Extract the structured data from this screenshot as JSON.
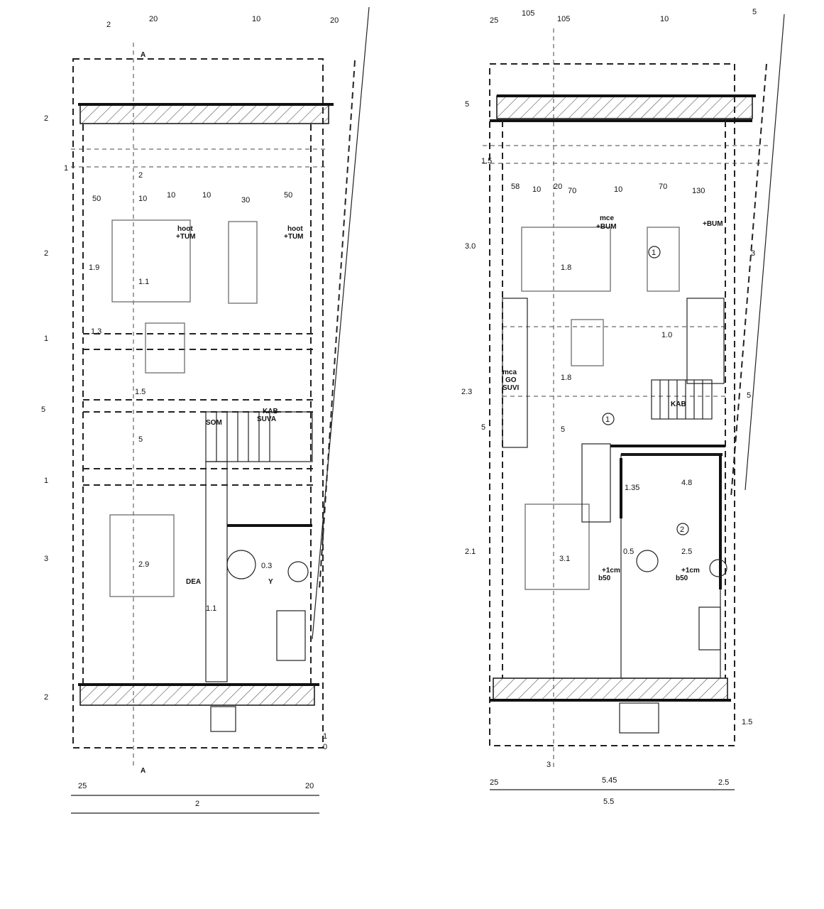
{
  "left_plan": {
    "dims_top": [
      "2",
      "20",
      "10",
      "20"
    ],
    "dims_left": [
      "2",
      "1",
      "2",
      "1",
      "5",
      "1",
      "3",
      "2"
    ],
    "dims_bottom": [
      "25",
      "2",
      "20"
    ],
    "dims_right": [
      "1",
      "0"
    ],
    "dims_interior": [
      "50",
      "10",
      "10",
      "10",
      "30",
      "50",
      "2",
      "1.9",
      "1.1",
      "1.3",
      "1.5",
      "5",
      "2.9",
      "1.1",
      "0.3"
    ],
    "labels": [
      "hoot",
      "+TUM",
      "hoot",
      "+TUM",
      "KAB",
      "SUVA",
      "SOM",
      "DEA",
      "Y"
    ],
    "marks": [
      "A",
      "A"
    ]
  },
  "right_plan": {
    "dims_top": [
      "25",
      "105",
      "105",
      "10",
      "5"
    ],
    "dims_left": [
      "5",
      "1.5",
      "3.0",
      "2.3",
      "5",
      "2.1"
    ],
    "dims_bottom": [
      "25",
      "5.45",
      "2.5",
      "5.5"
    ],
    "dims_right": [
      "1.5",
      "3",
      "5"
    ],
    "dims_interior": [
      "58",
      "10",
      "20",
      "70",
      "10",
      "70",
      "130",
      "1.8",
      "1.0",
      "1.8",
      "5",
      "1.35",
      "4.8",
      "3.1",
      "2.5",
      "0.5"
    ],
    "labels": [
      "mce",
      "+BUM",
      "+BUM",
      "mca",
      "GO",
      "SUVI",
      "KAB",
      "+1cm",
      "b50",
      "+1cm",
      "b50"
    ],
    "marks": [
      "1",
      "1",
      "2",
      "3"
    ]
  },
  "colors": {
    "ink": "#111111",
    "hatch": "#555555",
    "paper": "#ffffff"
  }
}
